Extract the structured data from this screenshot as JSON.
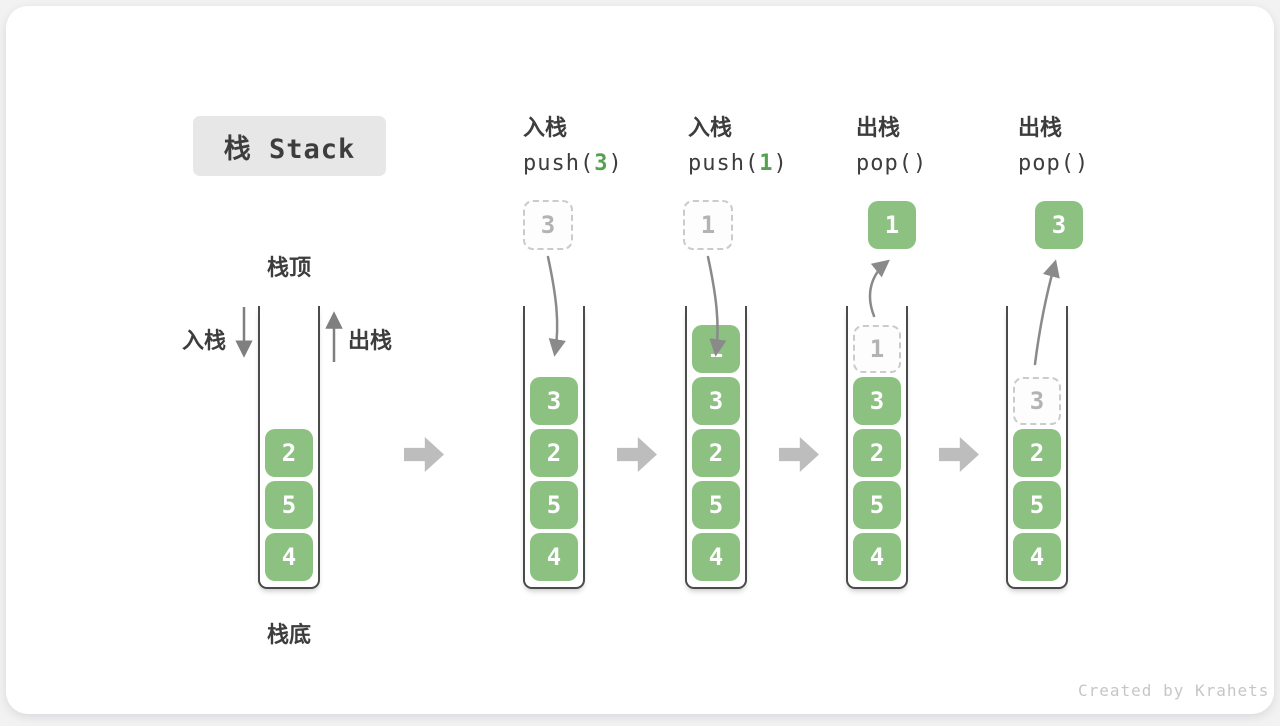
{
  "title": "栈 Stack",
  "footer": "Created by Krahets",
  "stack_labels": {
    "top": "栈顶",
    "bottom": "栈底",
    "push": "入栈",
    "pop": "出栈"
  },
  "initial_stack": {
    "cells": [
      "2",
      "5",
      "4"
    ]
  },
  "operations": [
    {
      "label": "入栈",
      "code_before": "push(",
      "code_arg": "3",
      "code_after": ")",
      "floating": "3",
      "cells": [
        "3",
        "2",
        "5",
        "4"
      ]
    },
    {
      "label": "入栈",
      "code_before": "push(",
      "code_arg": "1",
      "code_after": ")",
      "floating": "1",
      "cells": [
        "1",
        "3",
        "2",
        "5",
        "4"
      ]
    },
    {
      "label": "出栈",
      "code_before": "pop()",
      "code_arg": "",
      "code_after": "",
      "floating": "1",
      "ghost": "1",
      "cells": [
        "3",
        "2",
        "5",
        "4"
      ]
    },
    {
      "label": "出栈",
      "code_before": "pop()",
      "code_arg": "",
      "code_after": "",
      "floating": "3",
      "ghost": "3",
      "cells": [
        "2",
        "5",
        "4"
      ]
    }
  ],
  "colors": {
    "cell_green": "#8dc181",
    "code_arg_green": "#55a152",
    "text_dark": "#3d3d3d",
    "ghost_gray": "#b3b3b3",
    "ghost_border": "#cbcbcb",
    "arrow_gray": "#8a8a8a",
    "block_arrow_gray": "#bdbdbd",
    "title_bg": "#e7e7e7",
    "footer_gray": "#c6c6c6",
    "wall_dark": "#4b4b4b"
  }
}
